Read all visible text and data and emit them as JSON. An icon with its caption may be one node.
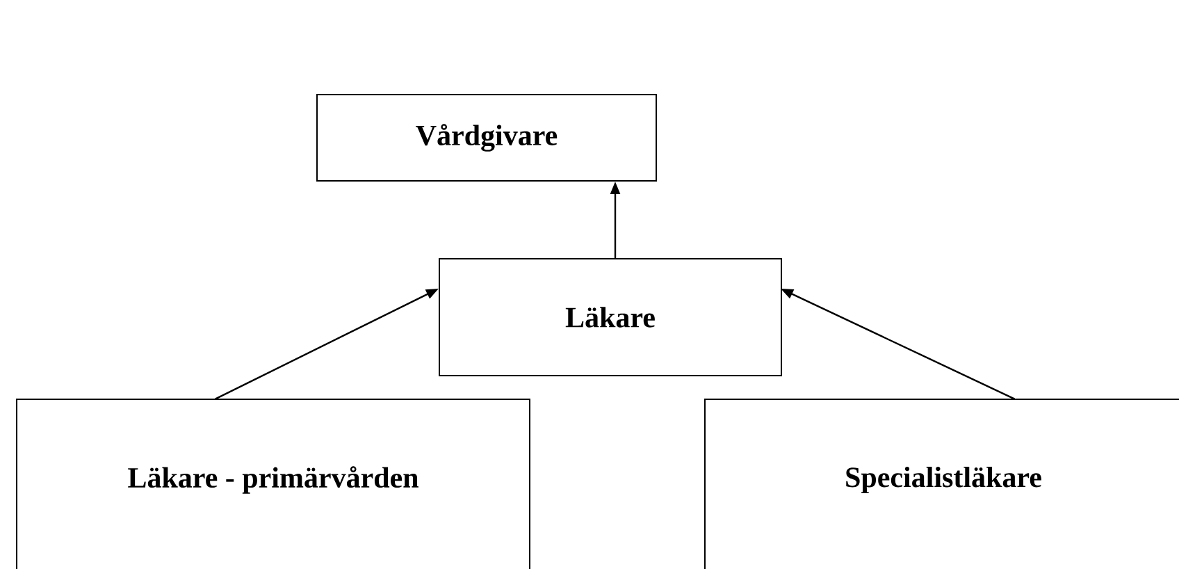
{
  "diagram": {
    "nodes": [
      {
        "text": [
          "Vårdgivare"
        ]
      },
      {
        "text": [
          "Läkare"
        ]
      },
      {
        "text": [
          "Läkare - primärvården"
        ]
      },
      {
        "text": [
          "Specialistläkare"
        ]
      }
    ],
    "edges": [
      {
        "from": 1,
        "to": 0,
        "arrow": "to"
      },
      {
        "from": 2,
        "to": 1,
        "arrow": "to"
      },
      {
        "from": 3,
        "to": 1,
        "arrow": "to"
      }
    ]
  }
}
